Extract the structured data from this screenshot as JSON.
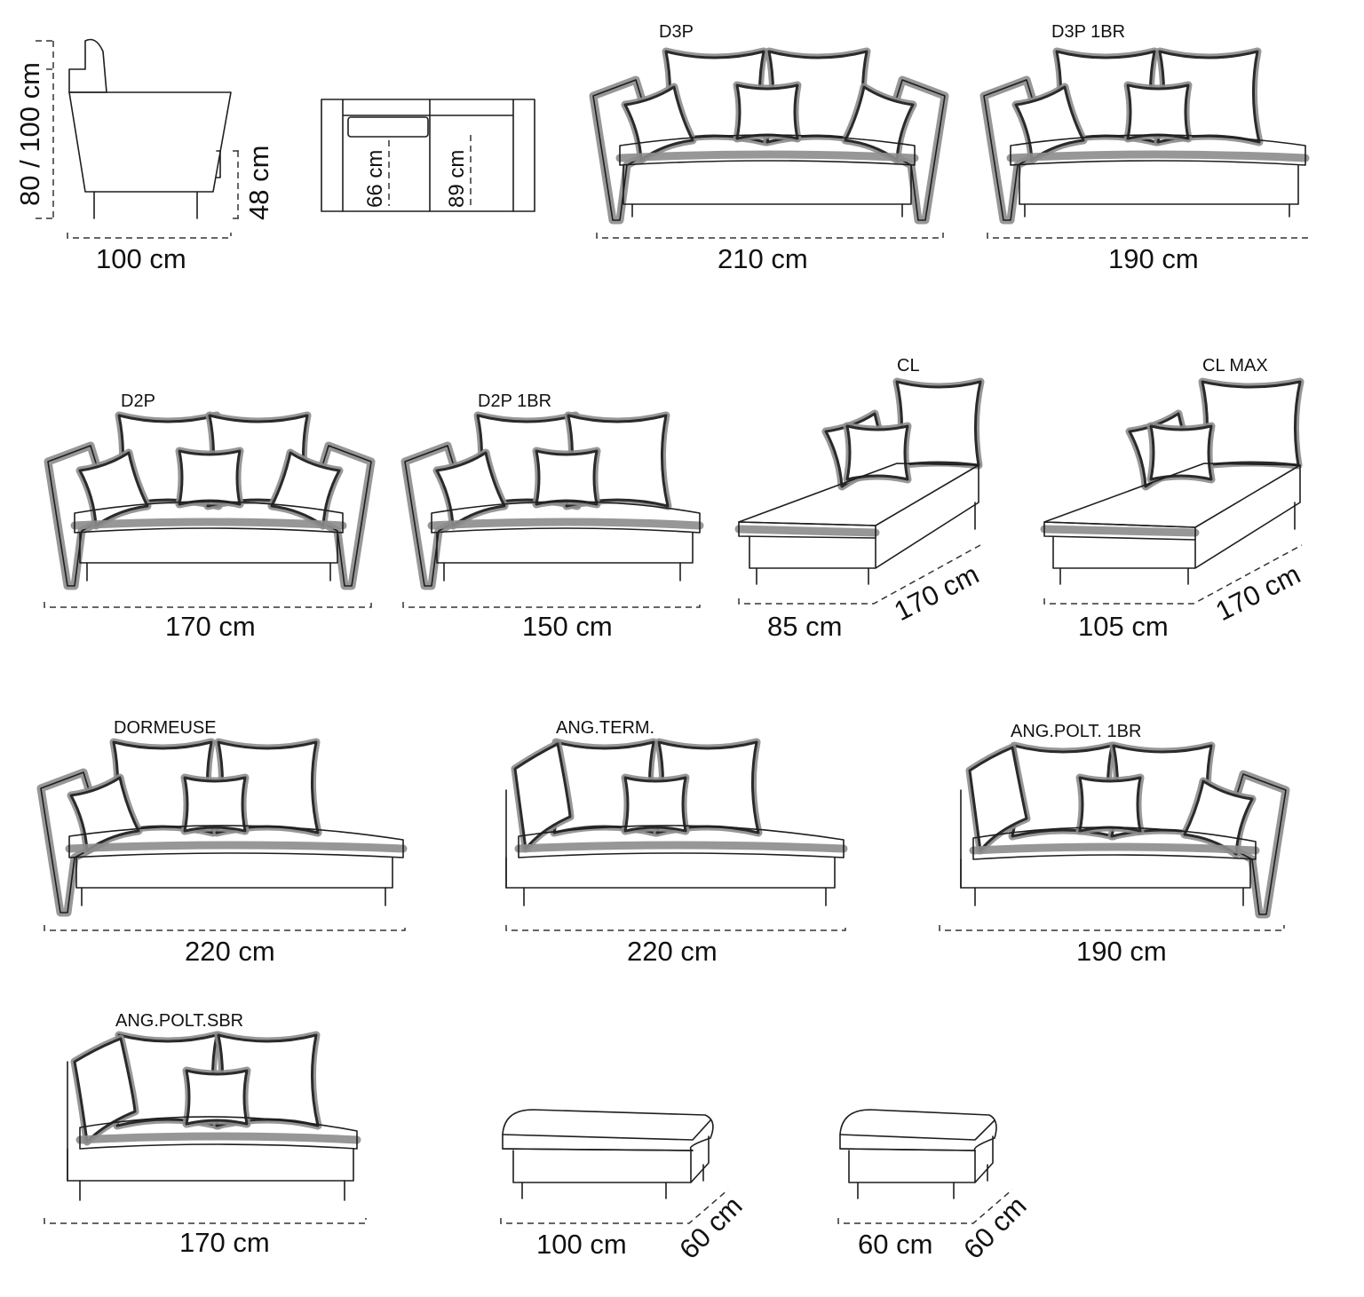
{
  "side_view": {
    "height": "80 / 100 cm",
    "seat_height": "48 cm",
    "depth": "100 cm"
  },
  "top_view": {
    "seat_depth_1": "66 cm",
    "seat_depth_2": "89 cm"
  },
  "models": [
    {
      "name": "D3P",
      "width": "210 cm"
    },
    {
      "name": "D3P 1BR",
      "width": "190 cm"
    },
    {
      "name": "D2P",
      "width": "170 cm"
    },
    {
      "name": "D2P 1BR",
      "width": "150 cm"
    },
    {
      "name": "CL",
      "width": "85 cm",
      "length": "170 cm"
    },
    {
      "name": "CL MAX",
      "width": "105 cm",
      "length": "170 cm"
    },
    {
      "name": "DORMEUSE",
      "width": "220 cm"
    },
    {
      "name": "ANG.TERM.",
      "width": "220 cm"
    },
    {
      "name": "ANG.POLT. 1BR",
      "width": "190 cm"
    },
    {
      "name": "ANG.POLT.SBR",
      "width": "170 cm"
    }
  ],
  "poufs": [
    {
      "width": "100 cm",
      "depth": "60 cm"
    },
    {
      "width": "60 cm",
      "depth": "60 cm"
    }
  ]
}
